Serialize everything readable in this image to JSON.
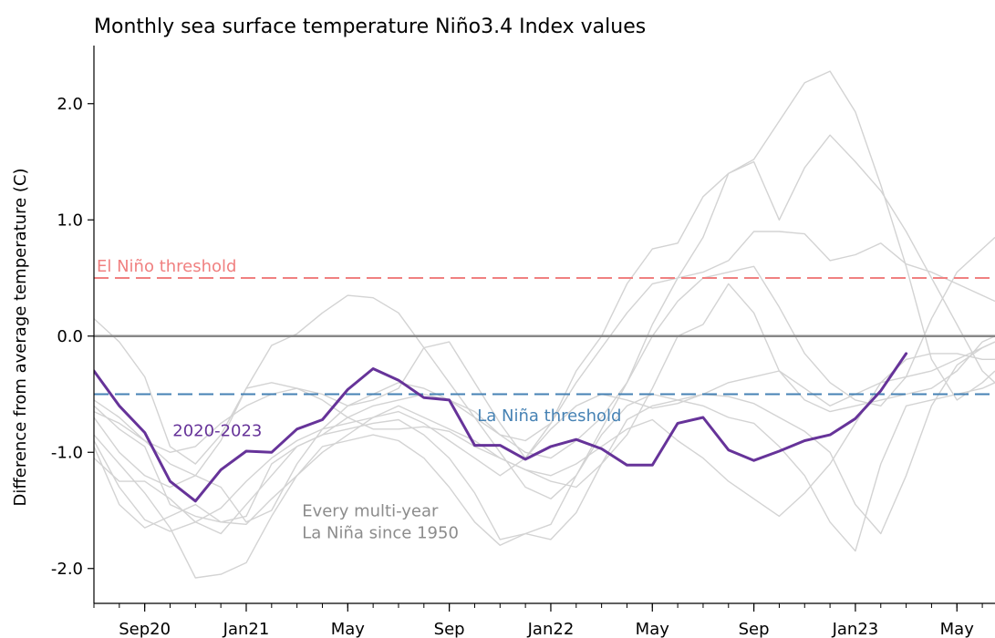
{
  "chart_data": {
    "type": "line",
    "title": "Monthly sea surface temperature Niño3.4 Index values",
    "ylabel": "Difference from average temperature (C)",
    "xlabel": "",
    "xlim": [
      0,
      35.5
    ],
    "ylim": [
      -2.3,
      2.5
    ],
    "x_ticks": [
      {
        "x": 2,
        "label": "Sep20"
      },
      {
        "x": 6,
        "label": "Jan21"
      },
      {
        "x": 10,
        "label": "May"
      },
      {
        "x": 14,
        "label": "Sep"
      },
      {
        "x": 18,
        "label": "Jan22"
      },
      {
        "x": 22,
        "label": "May"
      },
      {
        "x": 26,
        "label": "Sep"
      },
      {
        "x": 30,
        "label": "Jan23"
      },
      {
        "x": 34,
        "label": "May"
      }
    ],
    "y_ticks": [
      {
        "y": 2.0,
        "label": "2.0"
      },
      {
        "y": 1.0,
        "label": "1.0"
      },
      {
        "y": 0.0,
        "label": "0.0"
      },
      {
        "y": -1.0,
        "label": "-1.0"
      },
      {
        "y": -2.0,
        "label": "-2.0"
      }
    ],
    "grid": false,
    "reference_lines": [
      {
        "kind": "zero",
        "y": 0.0,
        "color": "#888888"
      },
      {
        "kind": "el-nino-threshold",
        "y": 0.5,
        "color": "#f08080",
        "label": "El Niño threshold"
      },
      {
        "kind": "la-nina-threshold",
        "y": -0.5,
        "color": "#4682b4",
        "label": "La Niña threshold"
      }
    ],
    "background_series_label": "Every multi-year\nLa Niña since 1950",
    "background_color": "#d3d3d3",
    "series": [
      {
        "name": "2020-2023",
        "color": "#663399",
        "x": [
          0,
          1,
          2,
          3,
          4,
          5,
          6,
          7,
          8,
          9,
          10,
          11,
          12,
          13,
          14,
          15,
          16,
          17,
          18,
          19,
          20,
          21,
          22,
          23,
          24,
          25,
          26,
          27,
          28,
          29,
          30,
          31,
          32
        ],
        "values": [
          -0.3,
          -0.6,
          -0.83,
          -1.25,
          -1.42,
          -1.15,
          -0.99,
          -1.0,
          -0.8,
          -0.72,
          -0.46,
          -0.28,
          -0.38,
          -0.53,
          -0.55,
          -0.94,
          -0.94,
          -1.06,
          -0.95,
          -0.89,
          -0.97,
          -1.11,
          -1.11,
          -0.75,
          -0.7,
          -0.98,
          -1.07,
          -0.99,
          -0.9,
          -0.85,
          -0.71,
          -0.47,
          -0.15
        ]
      }
    ],
    "background_series": [
      {
        "x": [
          0,
          1,
          2,
          3,
          4,
          5,
          6,
          7,
          8,
          9,
          10,
          11,
          12,
          13,
          14,
          15,
          16,
          17,
          18,
          19,
          20,
          21,
          22,
          23,
          24,
          25,
          26,
          27,
          28,
          29,
          30,
          31,
          32,
          33,
          34,
          35,
          35.5
        ],
        "values": [
          0.15,
          -0.05,
          -0.35,
          -0.95,
          -1.1,
          -0.85,
          -0.45,
          -0.08,
          0.02,
          0.2,
          0.35,
          0.33,
          0.2,
          -0.1,
          -0.4,
          -0.7,
          -1.0,
          -1.3,
          -1.4,
          -1.2,
          -0.8,
          -0.4,
          0.1,
          0.5,
          0.85,
          1.4,
          1.52,
          1.85,
          2.18,
          2.28,
          1.93,
          1.3,
          0.6,
          -0.2,
          -0.55,
          -0.4,
          -0.3
        ]
      },
      {
        "x": [
          0,
          1,
          2,
          3,
          4,
          5,
          6,
          7,
          8,
          9,
          10,
          11,
          12,
          13,
          14,
          15,
          16,
          17,
          18,
          19,
          20,
          21,
          22,
          23,
          24,
          25,
          26,
          27,
          28,
          29,
          30,
          31,
          32,
          33,
          34,
          35,
          35.5
        ],
        "values": [
          -0.55,
          -0.7,
          -0.9,
          -1.1,
          -1.2,
          -1.3,
          -1.6,
          -1.5,
          -1.1,
          -0.8,
          -0.6,
          -0.5,
          -0.4,
          -0.45,
          -0.55,
          -0.7,
          -0.85,
          -0.9,
          -0.75,
          -0.3,
          0.0,
          0.45,
          0.75,
          0.8,
          1.2,
          1.4,
          1.5,
          1.0,
          1.45,
          1.73,
          1.5,
          1.25,
          0.9,
          0.5,
          0.1,
          -0.3,
          -0.4
        ]
      },
      {
        "x": [
          0,
          1,
          2,
          3,
          4,
          5,
          6,
          7,
          8,
          9,
          10,
          11,
          12,
          13,
          14,
          15,
          16,
          17,
          18,
          19,
          20,
          21,
          22,
          23,
          24,
          25,
          26,
          27,
          28,
          29,
          30,
          31,
          32,
          33,
          34,
          35,
          35.5
        ],
        "values": [
          -0.7,
          -1.0,
          -1.2,
          -1.3,
          -1.2,
          -0.9,
          -0.45,
          -0.4,
          -0.45,
          -0.5,
          -0.6,
          -0.55,
          -0.45,
          -0.1,
          -0.05,
          -0.4,
          -0.75,
          -1.05,
          -0.75,
          -0.4,
          -0.1,
          0.2,
          0.45,
          0.5,
          0.55,
          0.65,
          0.9,
          0.9,
          0.88,
          0.65,
          0.7,
          0.8,
          0.62,
          0.55,
          0.45,
          0.35,
          0.3
        ]
      },
      {
        "x": [
          0,
          1,
          2,
          3,
          4,
          5,
          6,
          7,
          8,
          9,
          10,
          11,
          12,
          13,
          14,
          15,
          16,
          17,
          18,
          19,
          20,
          21,
          22,
          23,
          24,
          25,
          26,
          27,
          28,
          29,
          30,
          31,
          32,
          33,
          34,
          35,
          35.5
        ],
        "values": [
          -1.05,
          -1.25,
          -1.25,
          -1.4,
          -1.6,
          -1.7,
          -1.45,
          -1.2,
          -0.95,
          -0.85,
          -0.7,
          -0.6,
          -0.55,
          -0.5,
          -0.55,
          -0.65,
          -0.85,
          -1.0,
          -1.05,
          -0.9,
          -0.7,
          -0.4,
          0.0,
          0.3,
          0.5,
          0.55,
          0.6,
          0.25,
          -0.15,
          -0.4,
          -0.55,
          -0.6,
          -0.35,
          0.15,
          0.55,
          0.75,
          0.85
        ]
      },
      {
        "x": [
          0,
          1,
          2,
          3,
          4,
          5,
          6,
          7,
          8,
          9,
          10,
          11,
          12,
          13,
          14,
          15,
          16,
          17,
          18,
          19,
          20,
          21,
          22,
          23,
          24,
          25,
          26,
          27,
          28,
          29,
          30,
          31,
          32,
          33,
          34,
          35,
          35.5
        ],
        "values": [
          -0.6,
          -0.8,
          -0.95,
          -1.45,
          -1.55,
          -1.6,
          -1.62,
          -1.4,
          -1.2,
          -1.0,
          -0.85,
          -0.7,
          -0.6,
          -0.7,
          -0.8,
          -0.9,
          -1.05,
          -1.15,
          -1.25,
          -1.3,
          -1.1,
          -0.85,
          -0.45,
          0.0,
          0.1,
          0.45,
          0.2,
          -0.3,
          -0.55,
          -0.65,
          -0.6,
          -0.55,
          -0.5,
          -0.45,
          -0.3,
          -0.05,
          0.0
        ]
      },
      {
        "x": [
          0,
          1,
          2,
          3,
          4,
          5,
          6,
          7,
          8,
          9,
          10,
          11,
          12,
          13,
          14,
          15,
          16,
          17,
          18,
          19,
          20,
          21,
          22,
          23,
          24,
          25,
          26,
          27,
          28,
          29,
          30,
          31,
          32,
          33,
          34,
          35,
          35.5
        ],
        "values": [
          -0.9,
          -1.3,
          -1.58,
          -1.68,
          -1.6,
          -1.48,
          -1.25,
          -1.05,
          -0.9,
          -0.8,
          -0.75,
          -0.7,
          -0.65,
          -0.75,
          -0.9,
          -1.05,
          -1.2,
          -1.05,
          -0.8,
          -0.6,
          -0.5,
          -0.55,
          -0.62,
          -0.58,
          -0.5,
          -0.52,
          -0.58,
          -0.7,
          -0.82,
          -1.0,
          -1.45,
          -1.7,
          -1.2,
          -0.6,
          -0.25,
          -0.1,
          -0.05
        ]
      },
      {
        "x": [
          0,
          1,
          2,
          3,
          4,
          5,
          6,
          7,
          8,
          9,
          10,
          11,
          12,
          13,
          14,
          15,
          16,
          17,
          18,
          19,
          20,
          21,
          22,
          23,
          24,
          25,
          26,
          27,
          28,
          29,
          30,
          31,
          32,
          33,
          34,
          35,
          35.5
        ],
        "values": [
          -0.85,
          -1.1,
          -1.35,
          -1.65,
          -2.08,
          -2.05,
          -1.95,
          -1.55,
          -1.2,
          -0.95,
          -0.9,
          -0.85,
          -0.9,
          -1.05,
          -1.3,
          -1.6,
          -1.8,
          -1.7,
          -1.75,
          -1.52,
          -1.1,
          -0.72,
          -0.6,
          -0.55,
          -0.5,
          -0.4,
          -0.35,
          -0.3,
          -0.45,
          -0.6,
          -0.5,
          -0.4,
          -0.35,
          -0.3,
          -0.2,
          -0.1,
          -0.05
        ]
      },
      {
        "x": [
          0,
          1,
          2,
          3,
          4,
          5,
          6,
          7,
          8,
          9,
          10,
          11,
          12,
          13,
          14,
          15,
          16,
          17,
          18,
          19,
          20,
          21,
          22,
          23,
          24,
          25,
          26,
          27,
          28,
          29,
          30,
          31,
          32,
          33,
          34,
          35,
          35.5
        ],
        "values": [
          -0.95,
          -1.45,
          -1.65,
          -1.55,
          -1.45,
          -1.6,
          -1.55,
          -1.1,
          -0.95,
          -0.85,
          -0.8,
          -0.75,
          -0.72,
          -0.85,
          -1.05,
          -1.35,
          -1.75,
          -1.7,
          -1.62,
          -1.2,
          -0.85,
          -0.6,
          -0.5,
          -0.55,
          -0.6,
          -0.7,
          -0.75,
          -0.95,
          -1.2,
          -1.6,
          -1.85,
          -1.1,
          -0.6,
          -0.55,
          -0.5,
          -0.45,
          -0.4
        ]
      },
      {
        "x": [
          0,
          1,
          2,
          3,
          4,
          5,
          6,
          7,
          8,
          9,
          10,
          11,
          12,
          13,
          14,
          15,
          16,
          17,
          18,
          19,
          20,
          21,
          22,
          23,
          24,
          25,
          26,
          27,
          28,
          29,
          30,
          31,
          32,
          33,
          34,
          35,
          35.5
        ],
        "values": [
          -0.65,
          -0.75,
          -0.9,
          -1.0,
          -0.95,
          -0.75,
          -0.6,
          -0.5,
          -0.45,
          -0.55,
          -0.7,
          -0.8,
          -0.8,
          -0.78,
          -0.82,
          -0.95,
          -1.05,
          -1.15,
          -1.2,
          -1.1,
          -0.95,
          -0.8,
          -0.72,
          -0.9,
          -1.05,
          -1.25,
          -1.4,
          -1.55,
          -1.35,
          -1.1,
          -0.75,
          -0.4,
          -0.2,
          -0.15,
          -0.15,
          -0.2,
          -0.2
        ]
      }
    ]
  }
}
